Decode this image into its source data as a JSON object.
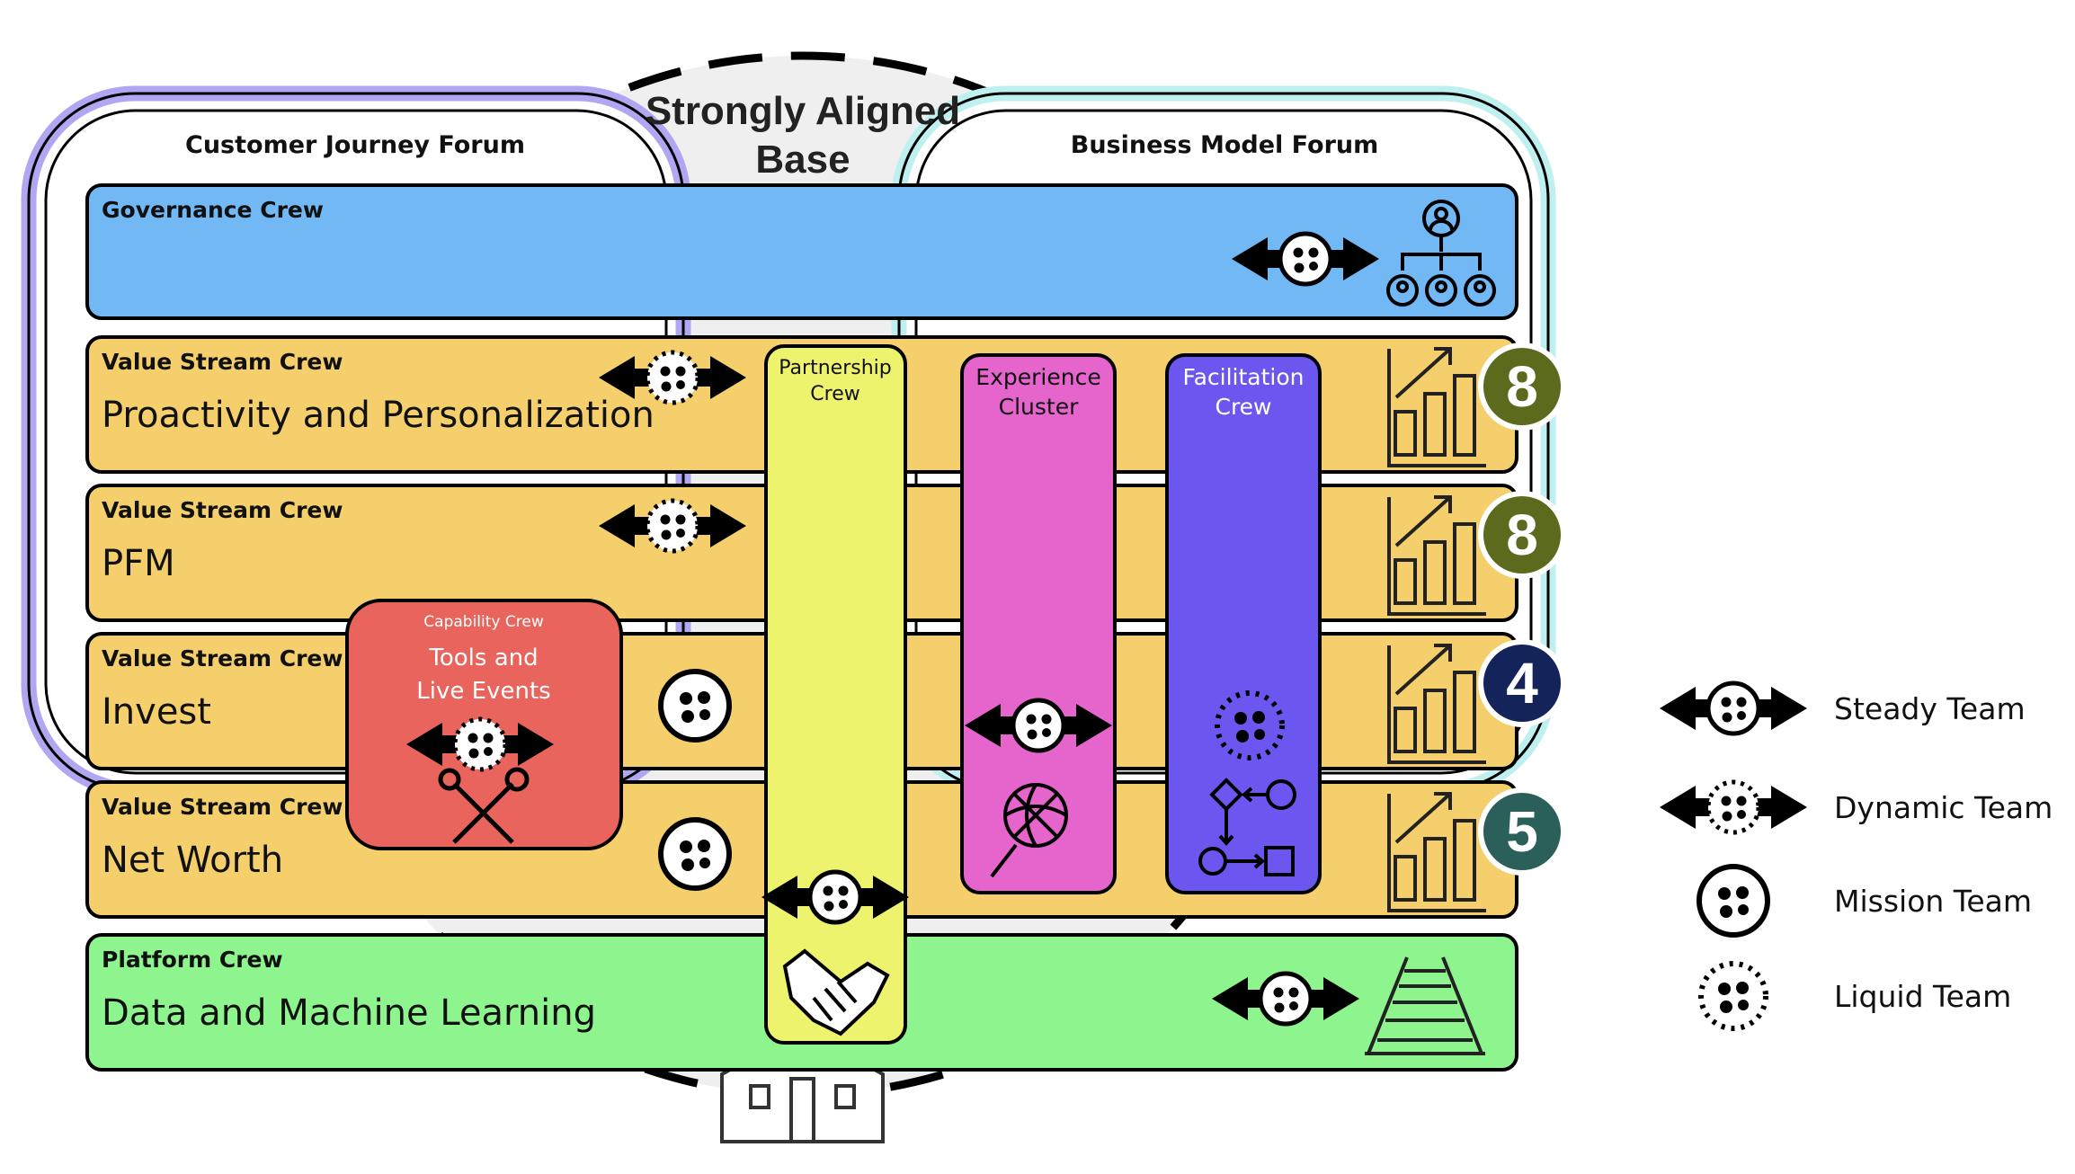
{
  "base": {
    "line1": "Strongly Aligned",
    "line2": "Base"
  },
  "forums": {
    "left": "Customer Journey Forum",
    "right": "Business Model Forum"
  },
  "governance": {
    "label": "Governance Crew"
  },
  "value_streams": [
    {
      "label": "Value Stream Crew",
      "name": "Proactivity and Personalization",
      "badge": "8",
      "badge_color": "#5c6a1e"
    },
    {
      "label": "Value Stream Crew",
      "name": "PFM",
      "badge": "8",
      "badge_color": "#5c6a1e"
    },
    {
      "label": "Value Stream Crew",
      "name": "Invest",
      "badge": "4",
      "badge_color": "#14235a"
    },
    {
      "label": "Value Stream Crew",
      "name": "Net Worth",
      "badge": "5",
      "badge_color": "#2a5f5a"
    }
  ],
  "platform": {
    "label": "Platform Crew",
    "name": "Data and Machine Learning"
  },
  "capability": {
    "title": "Capability Crew",
    "line1": "Tools and",
    "line2": "Live Events"
  },
  "partnership": {
    "line1": "Partnership",
    "line2": "Crew"
  },
  "experience": {
    "line1": "Experience",
    "line2": "Cluster"
  },
  "facilitation": {
    "line1": "Facilitation",
    "line2": "Crew"
  },
  "legend": [
    {
      "label": "Steady Team",
      "icon": "steady-team-icon"
    },
    {
      "label": "Dynamic Team",
      "icon": "dynamic-team-icon"
    },
    {
      "label": "Mission Team",
      "icon": "mission-team-icon"
    },
    {
      "label": "Liquid Team",
      "icon": "liquid-team-icon"
    }
  ],
  "colors": {
    "governance": "#72b8f5",
    "value_stream": "#f4cf6c",
    "platform": "#8ef58e",
    "capability": "#e8645c",
    "partnership": "#eef36e",
    "experience": "#e665cd",
    "facilitation": "#6b57ef",
    "left_forum": "#b1a6f2",
    "right_forum": "#bff0f0"
  }
}
